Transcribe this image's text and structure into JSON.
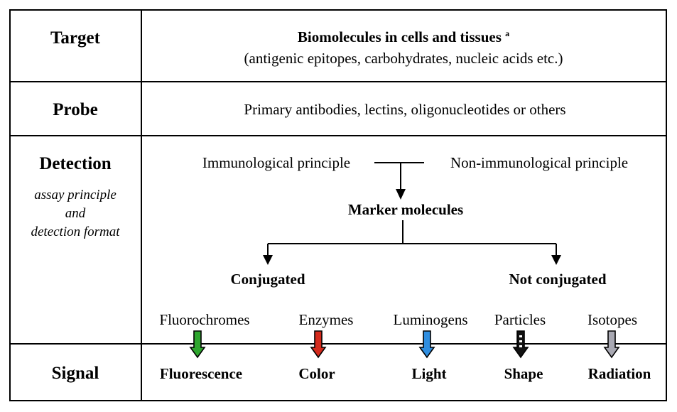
{
  "rows": {
    "target": {
      "label": "Target",
      "title": "Biomolecules in cells and tissues",
      "superscript": "a",
      "subtitle": "(antigenic epitopes, carbohydrates, nucleic acids etc.)"
    },
    "probe": {
      "label": "Probe",
      "text": "Primary antibodies, lectins, oligonucleotides or others"
    },
    "detection": {
      "label": "Detection",
      "sub_1": "assay principle",
      "sub_2": "and",
      "sub_3": "detection format",
      "principle_left": "Immunological principle",
      "principle_right": "Non-immunological principle",
      "marker": "Marker molecules",
      "branch_left": "Conjugated",
      "branch_right": "Not conjugated"
    },
    "markers": [
      {
        "name": "Fluorochromes",
        "signal": "Fluorescence",
        "arrow_color": "#2ea62e",
        "arrow_icon": "arrow-down-green"
      },
      {
        "name": "Enzymes",
        "signal": "Color",
        "arrow_color": "#d42a1c",
        "arrow_icon": "arrow-down-red"
      },
      {
        "name": "Luminogens",
        "signal": "Light",
        "arrow_color": "#2f8ee0",
        "arrow_icon": "arrow-down-blue"
      },
      {
        "name": "Particles",
        "signal": "Shape",
        "arrow_color": "#111111",
        "arrow_icon": "arrow-down-black-dotted"
      },
      {
        "name": "Isotopes",
        "signal": "Radiation",
        "arrow_color": "#a9a9b3",
        "arrow_icon": "arrow-down-grey"
      }
    ],
    "signal": {
      "label": "Signal"
    }
  }
}
